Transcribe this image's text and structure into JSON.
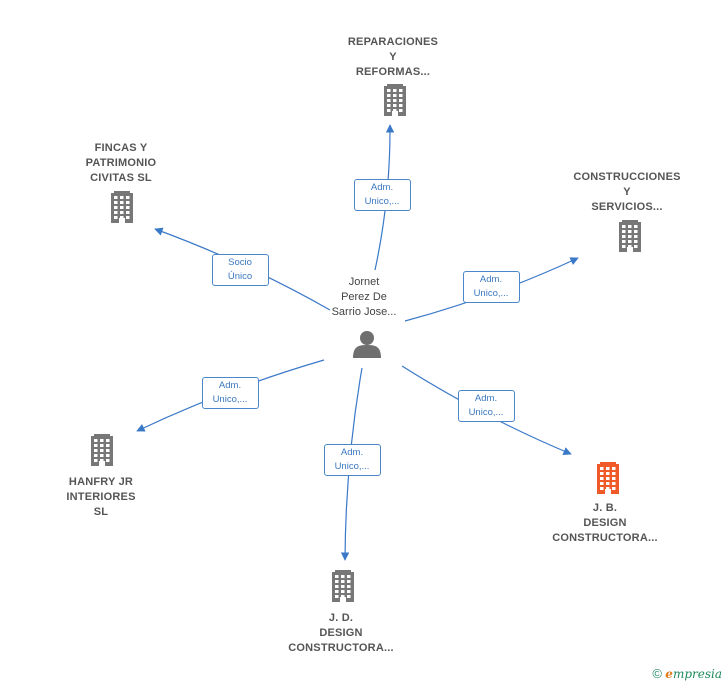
{
  "center": {
    "lines": [
      "Jornet",
      "Perez De",
      "Sarrio Jose..."
    ],
    "icon": "person-icon"
  },
  "companies": [
    {
      "id": "reparaciones",
      "lines": [
        "REPARACIONES",
        "Y",
        "REFORMAS..."
      ],
      "icon": "building-icon",
      "color": "#777777"
    },
    {
      "id": "fincas",
      "lines": [
        "FINCAS Y",
        "PATRIMONIO",
        "CIVITAS  SL"
      ],
      "icon": "building-icon",
      "color": "#777777"
    },
    {
      "id": "construcciones",
      "lines": [
        "CONSTRUCCIONES",
        "Y",
        "SERVICIOS..."
      ],
      "icon": "building-icon",
      "color": "#777777"
    },
    {
      "id": "hanfry",
      "lines": [
        "HANFRY JR",
        "INTERIORES",
        "SL"
      ],
      "icon": "building-icon",
      "color": "#777777"
    },
    {
      "id": "jb",
      "lines": [
        "J. B.",
        "DESIGN",
        "CONSTRUCTORA..."
      ],
      "icon": "building-icon",
      "color": "#f05a28"
    },
    {
      "id": "jd",
      "lines": [
        "J. D.",
        "DESIGN",
        "CONSTRUCTORA..."
      ],
      "icon": "building-icon",
      "color": "#777777"
    }
  ],
  "edges": [
    {
      "to": "reparaciones",
      "lines": [
        "Adm.",
        "Unico,..."
      ]
    },
    {
      "to": "fincas",
      "lines": [
        "Socio",
        "Único"
      ]
    },
    {
      "to": "construcciones",
      "lines": [
        "Adm.",
        "Unico,..."
      ]
    },
    {
      "to": "hanfry",
      "lines": [
        "Adm.",
        "Unico,..."
      ]
    },
    {
      "to": "jb",
      "lines": [
        "Adm.",
        "Unico,..."
      ]
    },
    {
      "to": "jd",
      "lines": [
        "Adm.",
        "Unico,..."
      ]
    }
  ],
  "colors": {
    "edge": "#3a78c8",
    "building": "#777777",
    "building_highlight": "#f05a28",
    "person": "#6f6f6f"
  },
  "footer": {
    "copyright": "©",
    "brand_initial": "e",
    "brand_rest": "mpresia"
  }
}
